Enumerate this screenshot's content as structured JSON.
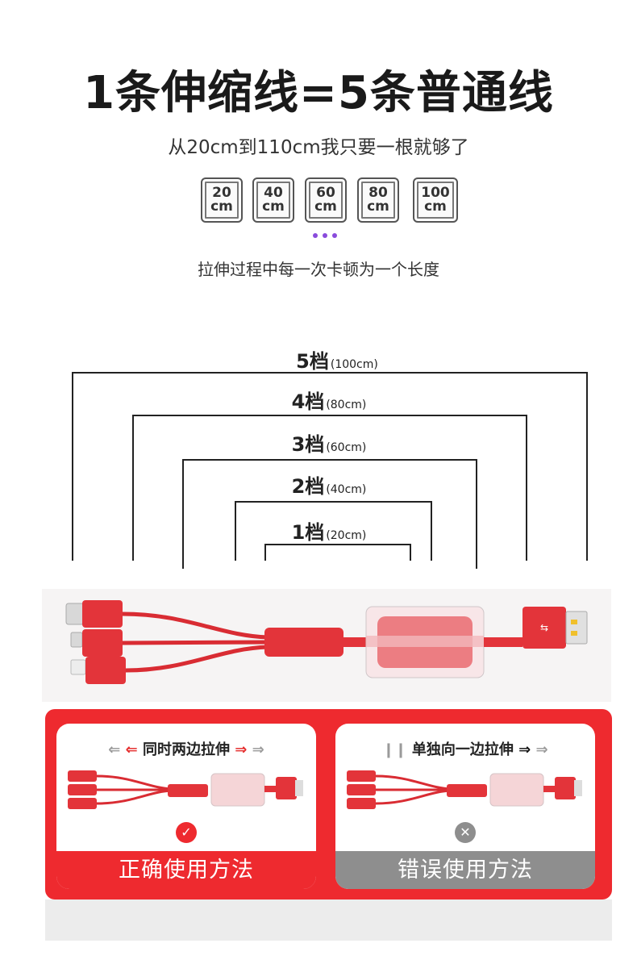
{
  "header": {
    "title": "1条伸缩线=5条普通线",
    "subtitle": "从20cm到110cm我只要一根就够了",
    "lengths": [
      {
        "value": "20",
        "unit": "cm"
      },
      {
        "value": "40",
        "unit": "cm"
      },
      {
        "value": "60",
        "unit": "cm"
      },
      {
        "value": "80",
        "unit": "cm"
      },
      {
        "value": "100",
        "unit": "cm"
      }
    ],
    "note": "拉伸过程中每一次卡顿为一个长度"
  },
  "gears": [
    {
      "label": "5档",
      "detail": "(100cm)"
    },
    {
      "label": "4档",
      "detail": "(80cm)"
    },
    {
      "label": "3档",
      "detail": "(60cm)"
    },
    {
      "label": "2档",
      "detail": "(40cm)"
    },
    {
      "label": "1档",
      "detail": "(20cm)"
    }
  ],
  "usage": {
    "correct": {
      "instruction": "同时两边拉伸",
      "label": "正确使用方法"
    },
    "wrong": {
      "instruction": "单独向一边拉伸",
      "label": "错误使用方法"
    }
  },
  "colors": {
    "accent": "#ee2a2f",
    "cable": "#e3343a",
    "wrong": "#8e8e8e",
    "dots": "#8a4bdc"
  }
}
